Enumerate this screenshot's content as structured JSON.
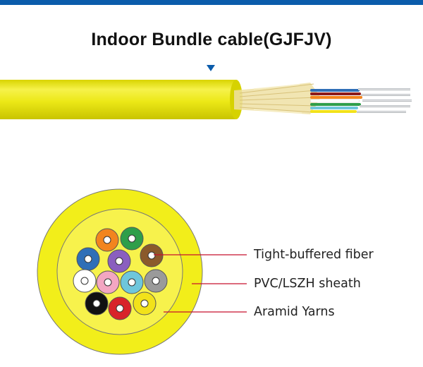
{
  "title": "Indoor Bundle cable(GJFJV)",
  "labels": {
    "tight_buffered": "Tight-buffered fiber",
    "sheath": "PVC/LSZH sheath",
    "aramid": "Aramid Yarns"
  },
  "colors": {
    "accent": "#0b5cab",
    "sheath_yellow": "#f2ee1a",
    "leader_line": "#c8102e"
  },
  "fiber_colors": [
    "#2f6fb7",
    "#f2851e",
    "#2e9e4a",
    "#8b5a2b",
    "#9a9a9a",
    "#ffffff",
    "#d8232a",
    "#111111",
    "#f2e21a",
    "#8a5fbf",
    "#f3a6c2",
    "#6ec6dc"
  ]
}
